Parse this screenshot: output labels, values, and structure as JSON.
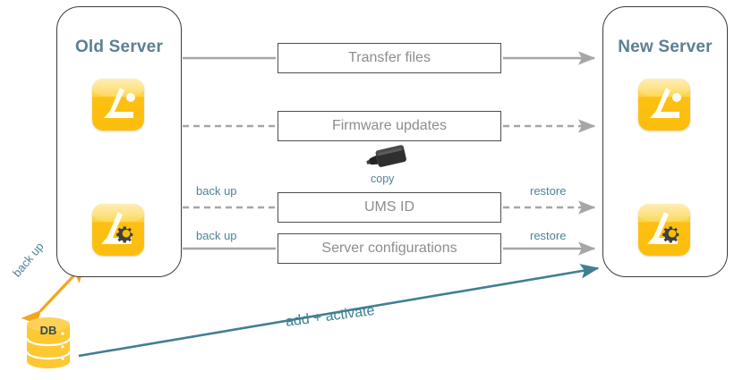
{
  "diagram": {
    "title_old": "Old Server",
    "title_new": "New Server",
    "colors": {
      "teal_label": "#4f8396",
      "teal_arrow": "#3f7f92",
      "orange": "#f5a51c",
      "icon_yellow": "#fbbe0c",
      "gray_arrow": "#a6a6a6",
      "box_text": "#8d8d8d",
      "box_border": "#4d4d4d",
      "panel_border": "#3b3b3b",
      "db_yellow": "#fdc831",
      "usb_black": "#2b2b2b"
    }
  },
  "old_server": {
    "title": "Old Server",
    "icons": [
      {
        "name": "ums-console-icon",
        "variant": "plain"
      },
      {
        "name": "ums-admin-icon",
        "variant": "gear"
      }
    ],
    "internal_link": "bidirectional"
  },
  "new_server": {
    "title": "New Server",
    "icons": [
      {
        "name": "ums-console-icon",
        "variant": "plain"
      },
      {
        "name": "ums-admin-icon",
        "variant": "gear"
      }
    ],
    "internal_link": "bidirectional"
  },
  "flows": [
    {
      "id": "transfer-files",
      "label": "Transfer files",
      "line_style": "solid",
      "left_label": "",
      "right_label": ""
    },
    {
      "id": "firmware-updates",
      "label": "Firmware updates",
      "line_style": "dashed",
      "left_label": "",
      "right_label": ""
    },
    {
      "id": "ums-id",
      "label": "UMS ID",
      "line_style": "dashed",
      "left_label": "back up",
      "right_label": "restore"
    },
    {
      "id": "server-configurations",
      "label": "Server configurations",
      "line_style": "solid",
      "left_label": "back up",
      "right_label": "restore"
    }
  ],
  "usb": {
    "icon": "usb-stick-icon",
    "label": "copy"
  },
  "database": {
    "icon": "database-cylinder-icon",
    "label": "DB",
    "backup_label": "back up",
    "migration_label": "add + activate"
  }
}
